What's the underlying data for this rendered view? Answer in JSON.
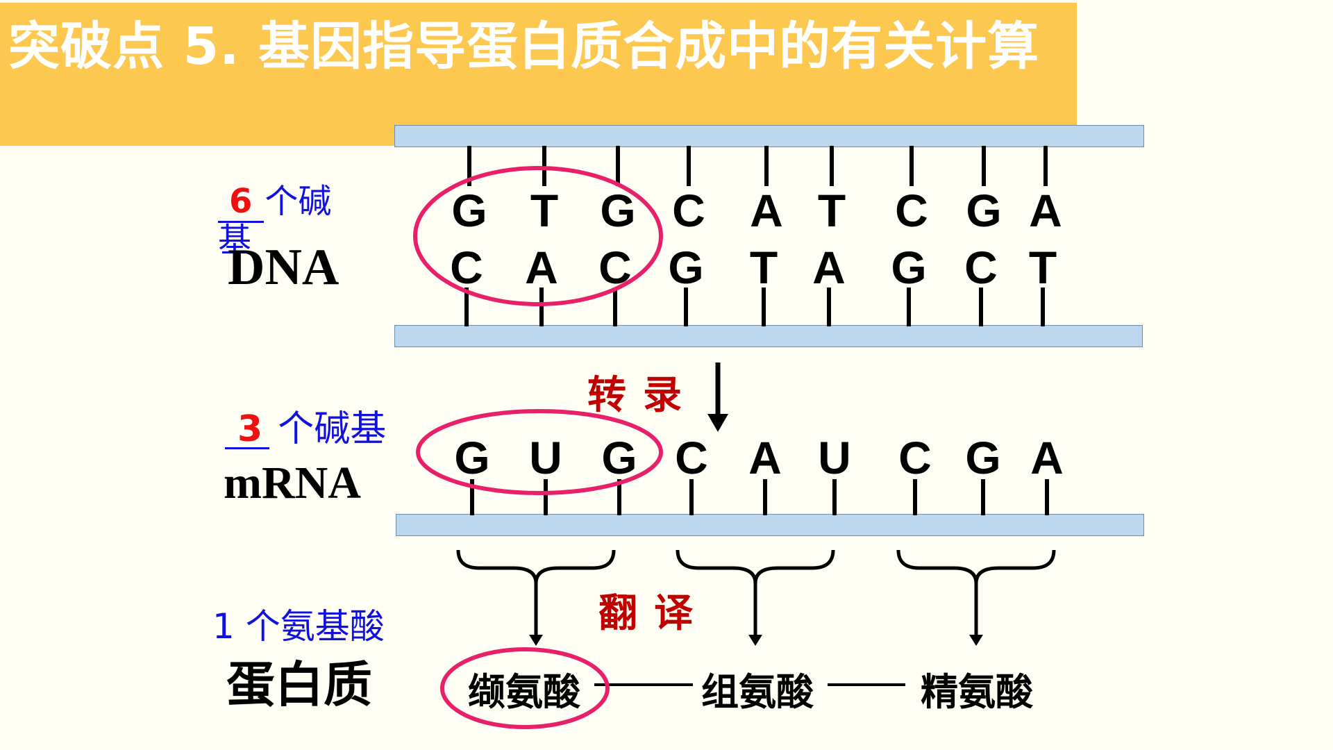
{
  "title": "突破点 5. 基因指导蛋白质合成中的有关计算",
  "dna": {
    "label": "DNA",
    "count": "6",
    "count_suffix": "个碱基",
    "top_strand": [
      "G",
      "T",
      "G",
      "C",
      "A",
      "T",
      "C",
      "G",
      "A"
    ],
    "bottom_strand": [
      "C",
      "A",
      "C",
      "G",
      "T",
      "A",
      "G",
      "C",
      "T"
    ]
  },
  "transcription_label": "转录",
  "mrna": {
    "label": "mRNA",
    "count": "3",
    "count_suffix": "个碱基",
    "bases": [
      "G",
      "U",
      "G",
      "C",
      "A",
      "U",
      "C",
      "G",
      "A"
    ]
  },
  "translation_label": "翻译",
  "protein": {
    "label": "蛋白质",
    "count_text": "1 个氨基酸",
    "amino_acids": [
      "缬氨酸",
      "组氨酸",
      "精氨酸"
    ]
  },
  "colors": {
    "title_bar": "#FDC84F",
    "strand_fill": "#BDD7EE",
    "highlight_ellipse": "#E8206A",
    "count_text": "#1111DD",
    "count_number": "#EE1111",
    "process_text": "#C00000"
  }
}
